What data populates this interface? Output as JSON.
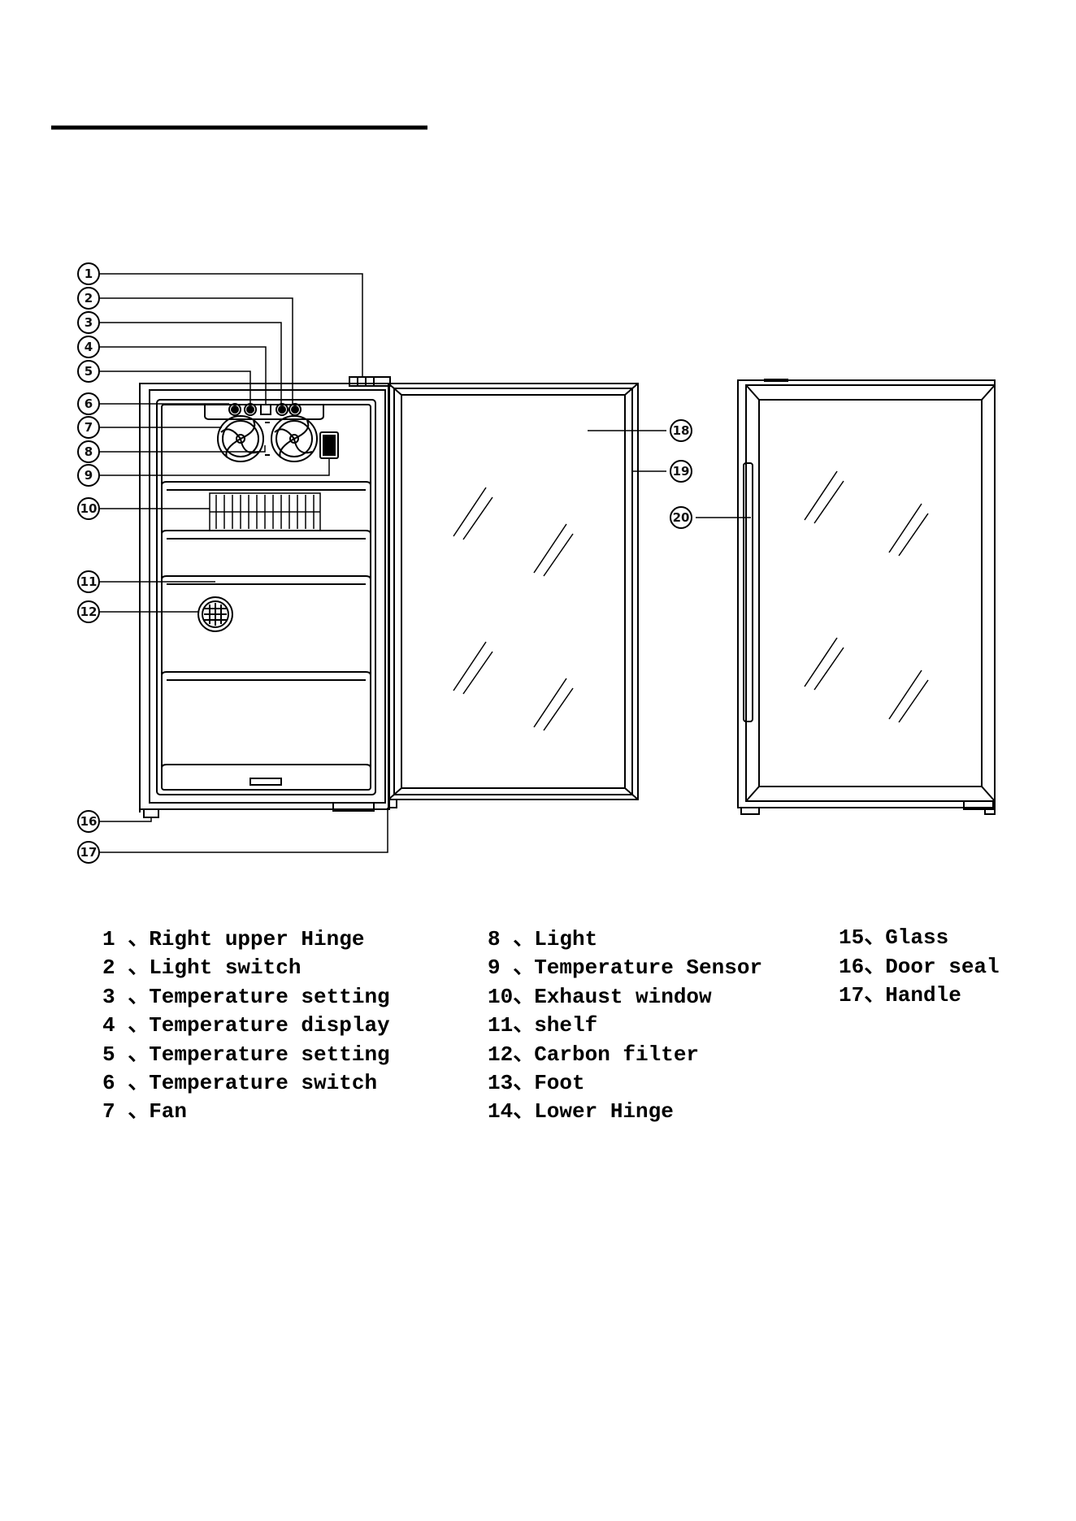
{
  "callouts": [
    "1",
    "2",
    "3",
    "4",
    "5",
    "6",
    "7",
    "8",
    "9",
    "10",
    "11",
    "12",
    "16",
    "17",
    "18",
    "19",
    "20"
  ],
  "legend": {
    "column_1": [
      "1 、Right upper Hinge",
      "2 、Light switch",
      "3 、Temperature setting",
      "4 、Temperature display",
      "5 、Temperature setting",
      "6 、Temperature switch",
      "7 、Fan"
    ],
    "column_2": [
      "8 、Light",
      "9 、Temperature Sensor",
      "10、Exhaust window",
      "11、shelf",
      "12、Carbon filter",
      "13、Foot",
      "14、Lower Hinge"
    ],
    "column_3": [
      "15、Glass",
      "16、Door seal",
      "17、Handle"
    ]
  }
}
